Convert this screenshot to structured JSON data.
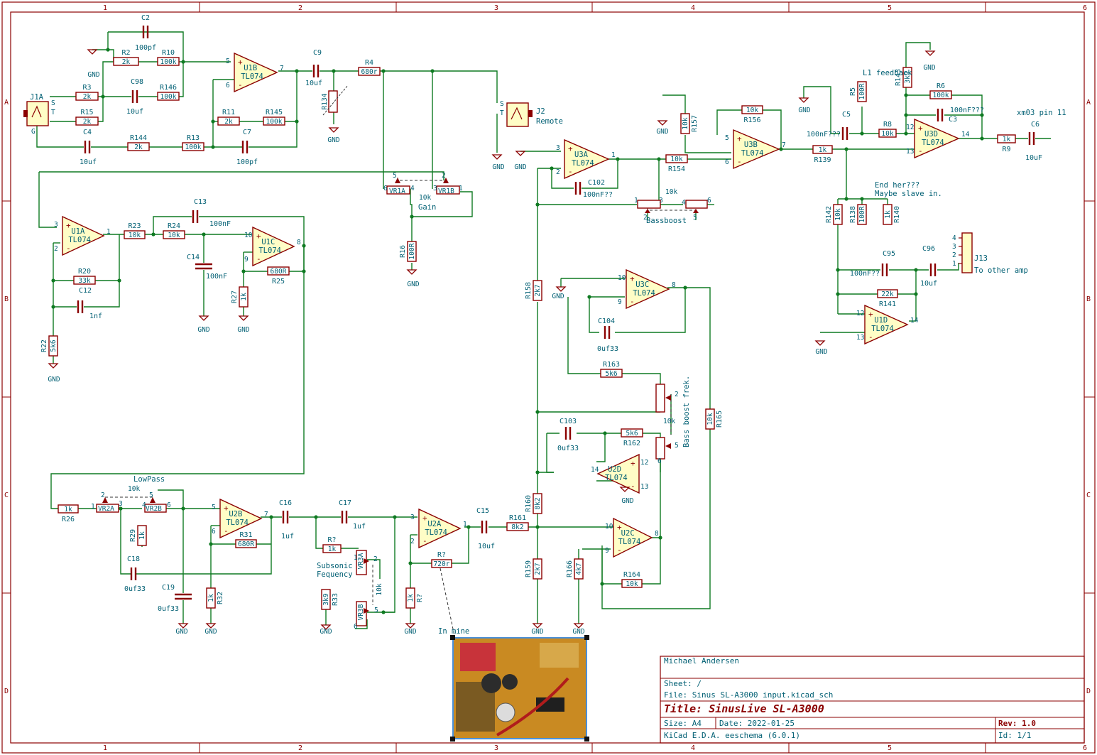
{
  "sheet": {
    "col_numbers": [
      "1",
      "2",
      "3",
      "4",
      "5",
      "6"
    ],
    "row_letters": [
      "A",
      "B",
      "C",
      "D"
    ]
  },
  "title_block": {
    "author": "Michael Andersen",
    "sheet": "Sheet: /",
    "file": "File: Sinus SL-A3000 input.kicad_sch",
    "title": "Title: SinusLive SL-A3000",
    "size": "Size: A4",
    "date": "Date: 2022-01-25",
    "tool": "KiCad E.D.A.  eeschema (6.0.1)",
    "rev": "Rev: 1.0",
    "id": "Id: 1/1"
  },
  "photo_caption": "In mine",
  "notes": {
    "l1_feedback": "L1 feedback",
    "end_here": "End her???",
    "maybe_slave": "Maybe slave in.",
    "to_other_amp": "To other amp",
    "xm03": "xm03 pin 11",
    "lowpass": "LowPass",
    "gain": "Gain",
    "bassboost": "Bassboost",
    "bass_freq": "Bass boost frek.",
    "subsonic": "Subsonic",
    "fequency": "Fequency",
    "remote": "Remote"
  },
  "opamps": [
    {
      "ref": "U1B",
      "type": "TL074",
      "pin_plus": "5",
      "pin_minus": "6",
      "pin_out": "7"
    },
    {
      "ref": "U1A",
      "type": "TL074",
      "pin_plus": "3",
      "pin_minus": "2",
      "pin_out": "1"
    },
    {
      "ref": "U1C",
      "type": "TL074",
      "pin_plus": "10",
      "pin_minus": "9",
      "pin_out": "8"
    },
    {
      "ref": "U2B",
      "type": "TL074",
      "pin_plus": "5",
      "pin_minus": "6",
      "pin_out": "7"
    },
    {
      "ref": "U2A",
      "type": "TL074",
      "pin_plus": "3",
      "pin_minus": "2",
      "pin_out": "1"
    },
    {
      "ref": "U3A",
      "type": "TL074",
      "pin_plus": "3",
      "pin_minus": "2",
      "pin_out": "1"
    },
    {
      "ref": "U3B",
      "type": "TL074",
      "pin_plus": "5",
      "pin_minus": "6",
      "pin_out": "7"
    },
    {
      "ref": "U3C",
      "type": "TL074",
      "pin_plus": "10",
      "pin_minus": "9",
      "pin_out": "8"
    },
    {
      "ref": "U2D",
      "type": "TL074",
      "pin_plus": "12",
      "pin_minus": "13",
      "pin_out": "14"
    },
    {
      "ref": "U2C",
      "type": "TL074",
      "pin_plus": "10",
      "pin_minus": "9",
      "pin_out": "8"
    },
    {
      "ref": "U3D",
      "type": "TL074",
      "pin_plus": "12",
      "pin_minus": "13",
      "pin_out": "14"
    },
    {
      "ref": "U1D",
      "type": "TL074",
      "pin_plus": "12",
      "pin_minus": "13",
      "pin_out": "14"
    }
  ],
  "resistors": [
    {
      "ref": "R2",
      "value": "2k"
    },
    {
      "ref": "R10",
      "value": "100k"
    },
    {
      "ref": "R3",
      "value": "2k"
    },
    {
      "ref": "R146",
      "value": "100k"
    },
    {
      "ref": "R15",
      "value": "2k"
    },
    {
      "ref": "R11",
      "value": "2k"
    },
    {
      "ref": "R145",
      "value": "100k"
    },
    {
      "ref": "R144",
      "value": "2k"
    },
    {
      "ref": "R13",
      "value": "100k"
    },
    {
      "ref": "R4",
      "value": "680r"
    },
    {
      "ref": "R23",
      "value": "10k"
    },
    {
      "ref": "R24",
      "value": "10k"
    },
    {
      "ref": "R20",
      "value": "33k"
    },
    {
      "ref": "R25",
      "value": "680R"
    },
    {
      "ref": "R22",
      "value": "5k6"
    },
    {
      "ref": "R27",
      "value": "1k"
    },
    {
      "ref": "R16",
      "value": "100R"
    },
    {
      "ref": "R26",
      "value": "1k"
    },
    {
      "ref": "R29",
      "value": "1k"
    },
    {
      "ref": "R31",
      "value": "680R"
    },
    {
      "ref": "R32",
      "value": "1k"
    },
    {
      "ref": "R?",
      "value": "1k"
    },
    {
      "ref": "R33",
      "value": "3k9"
    },
    {
      "ref": "R?",
      "value": "720r"
    },
    {
      "ref": "R?",
      "value": "1k"
    },
    {
      "ref": "R161",
      "value": "8k2"
    },
    {
      "ref": "R160",
      "value": "8k2"
    },
    {
      "ref": "R159",
      "value": "2k7"
    },
    {
      "ref": "R166",
      "value": "4k7"
    },
    {
      "ref": "R164",
      "value": "10k"
    },
    {
      "ref": "R158",
      "value": "2k7"
    },
    {
      "ref": "R163",
      "value": "5k6"
    },
    {
      "ref": "R162",
      "value": "5k6"
    },
    {
      "ref": "R165",
      "value": "10k"
    },
    {
      "ref": "R157",
      "value": "10k"
    },
    {
      "ref": "R156",
      "value": "10k"
    },
    {
      "ref": "R154",
      "value": "10k"
    },
    {
      "ref": "R139",
      "value": "1k"
    },
    {
      "ref": "R5",
      "value": "100R"
    },
    {
      "ref": "R8",
      "value": "10k"
    },
    {
      "ref": "R143",
      "value": "3k9"
    },
    {
      "ref": "R6",
      "value": "100k"
    },
    {
      "ref": "R9",
      "value": "1k"
    },
    {
      "ref": "R142",
      "value": "10k"
    },
    {
      "ref": "R138",
      "value": "100R"
    },
    {
      "ref": "R140",
      "value": "1k"
    },
    {
      "ref": "R141",
      "value": "22k"
    }
  ],
  "capacitors": [
    {
      "ref": "C2",
      "value": "100pf"
    },
    {
      "ref": "C98",
      "value": "10uf"
    },
    {
      "ref": "C4",
      "value": "10uf"
    },
    {
      "ref": "C7",
      "value": "100pf"
    },
    {
      "ref": "C9",
      "value": "10uf"
    },
    {
      "ref": "C13",
      "value": "100nF"
    },
    {
      "ref": "C14",
      "value": "100nF"
    },
    {
      "ref": "C12",
      "value": "1nf"
    },
    {
      "ref": "C18",
      "value": "0uf33"
    },
    {
      "ref": "C19",
      "value": "0uf33"
    },
    {
      "ref": "C16",
      "value": "1uf"
    },
    {
      "ref": "C17",
      "value": "1uf"
    },
    {
      "ref": "C15",
      "value": "10uf"
    },
    {
      "ref": "C102",
      "value": "100nF??"
    },
    {
      "ref": "C104",
      "value": "0uf33"
    },
    {
      "ref": "C103",
      "value": "0uf33"
    },
    {
      "ref": "C5",
      "value": "100nF???"
    },
    {
      "ref": "C3",
      "value": "100nF???"
    },
    {
      "ref": "C6",
      "value": "10uF"
    },
    {
      "ref": "C95",
      "value": "100nF??"
    },
    {
      "ref": "C96",
      "value": "10uf"
    }
  ],
  "pots": [
    {
      "ref": "VR1A",
      "value": "10k"
    },
    {
      "ref": "VR1B",
      "value": ""
    },
    {
      "ref": "VR2A",
      "value": "10k"
    },
    {
      "ref": "VR2B",
      "value": ""
    },
    {
      "ref": "VR3A",
      "value": "10k"
    },
    {
      "ref": "VR3B",
      "value": ""
    },
    {
      "ref": "R134",
      "value": ""
    }
  ],
  "connectors": [
    {
      "ref": "J1A",
      "pins": [
        "S",
        "T",
        "G"
      ]
    },
    {
      "ref": "J2",
      "pins": [
        "S",
        "T"
      ]
    },
    {
      "ref": "J13",
      "pins": [
        "4",
        "3",
        "2",
        "1"
      ]
    }
  ],
  "gnd_label": "GND",
  "pin_labels": {
    "p1": "1",
    "p2": "2",
    "p3": "3",
    "p4": "4",
    "p5": "5",
    "p6": "6"
  },
  "colors": {
    "wire": "#0f7a22",
    "component": "#8b0000",
    "opamp_fill": "#fffdc6",
    "text": "#005f73",
    "frame": "#8b0000"
  }
}
